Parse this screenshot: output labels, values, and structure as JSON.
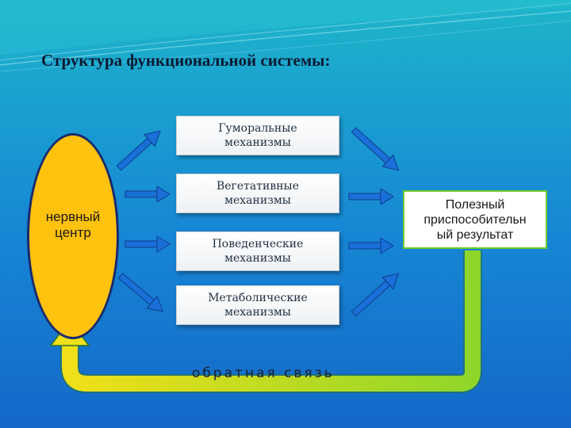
{
  "title": "Структура функциональной системы:",
  "nerve_center": {
    "label": "нервный\nцентр"
  },
  "mechanisms": [
    {
      "label": "Гуморальные\nмеханизмы"
    },
    {
      "label": "Вегетативные\nмеханизмы"
    },
    {
      "label": "Поведенческие\nмеханизмы"
    },
    {
      "label": "Метаболические\nмеханизмы"
    }
  ],
  "result": {
    "label": "Полезный\nприспособительн\nый результат"
  },
  "feedback": {
    "label": "обратная связь"
  },
  "colors": {
    "oval_fill": "#ffc20e",
    "oval_border": "#1a2a6c",
    "result_border": "#6fcb2c",
    "arrow_fill": "#1a6fd8",
    "feedback_arrow": "#b8e02a"
  }
}
